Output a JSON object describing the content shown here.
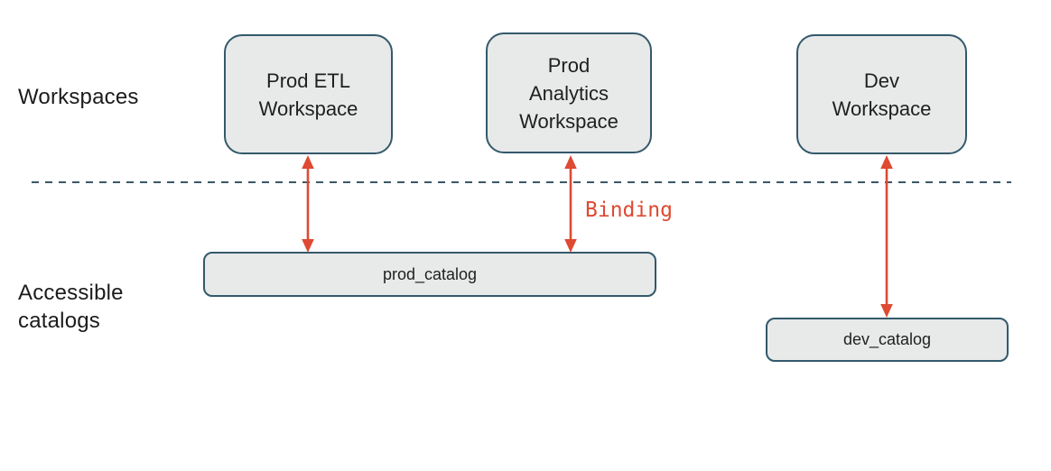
{
  "diagram": {
    "row_labels": {
      "workspaces": "Workspaces",
      "accessible_catalogs": "Accessible\ncatalogs"
    },
    "workspaces": [
      {
        "id": "prod-etl",
        "label": "Prod ETL\nWorkspace"
      },
      {
        "id": "prod-analytics",
        "label": "Prod\nAnalytics\nWorkspace"
      },
      {
        "id": "dev",
        "label": "Dev\nWorkspace"
      }
    ],
    "catalogs": [
      {
        "id": "prod-catalog",
        "label": "prod_catalog"
      },
      {
        "id": "dev-catalog",
        "label": "dev_catalog"
      }
    ],
    "annotations": {
      "binding": "Binding"
    },
    "connections": [
      {
        "from": "Prod ETL Workspace",
        "to": "prod_catalog",
        "style": "double-arrow"
      },
      {
        "from": "Prod Analytics Workspace",
        "to": "prod_catalog",
        "style": "double-arrow",
        "label": "Binding"
      },
      {
        "from": "Dev Workspace",
        "to": "dev_catalog",
        "style": "double-arrow"
      }
    ]
  },
  "colors": {
    "node_fill": "#e8e9e9",
    "node_border": "#33596b",
    "arrow_red": "#de4a32",
    "divider": "#3a5866",
    "text": "#1f1f1f",
    "canvas_bg": "#ffffff"
  }
}
